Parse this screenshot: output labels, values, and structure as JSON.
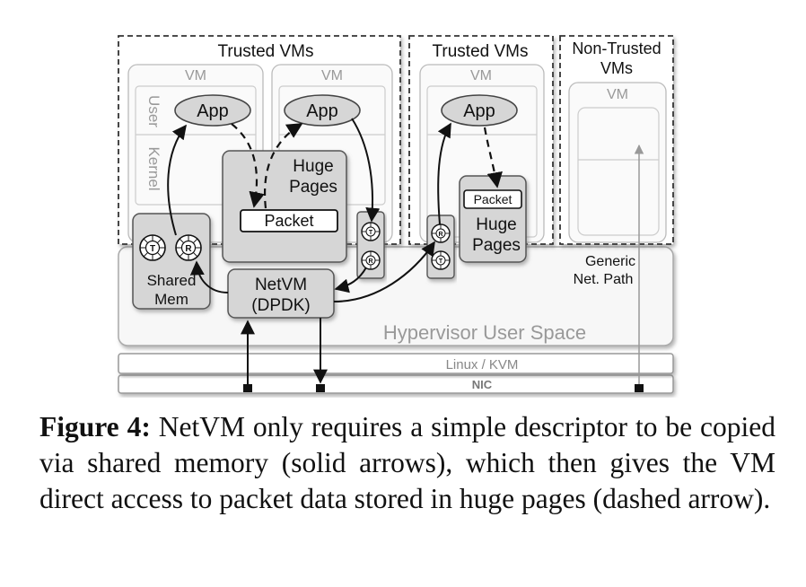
{
  "diagram": {
    "trusted_vms_left": "Trusted VMs",
    "trusted_vms_right": "Trusted VMs",
    "non_trusted_vms_line1": "Non-Trusted",
    "non_trusted_vms_line2": "VMs",
    "vm1": "VM",
    "vm2": "VM",
    "vm3": "VM",
    "vm4": "VM",
    "user_label": "User",
    "kernel_label": "Kernel",
    "app1": "App",
    "app2": "App",
    "app3": "App",
    "huge_pages_left_line1": "Huge",
    "huge_pages_left_line2": "Pages",
    "packet_left": "Packet",
    "packet_right": "Packet",
    "huge_pages_right_line1": "Huge",
    "huge_pages_right_line2": "Pages",
    "shared_mem_line1": "Shared",
    "shared_mem_line2": "Mem",
    "netvm_line1": "NetVM",
    "netvm_line2": "(DPDK)",
    "generic_line1": "Generic",
    "generic_line2": "Net. Path",
    "hypervisor_user_space": "Hypervisor User Space",
    "linux_kvm": "Linux / KVM",
    "nic": "NIC",
    "ring_t": "T",
    "ring_r": "R"
  },
  "caption": {
    "figure_label": "Figure 4:",
    "text": "NetVM only requires a simple descriptor to be copied via shared memory (solid arrows), which then gives the VM direct access to packet data stored in huge pages (dashed arrow)."
  }
}
